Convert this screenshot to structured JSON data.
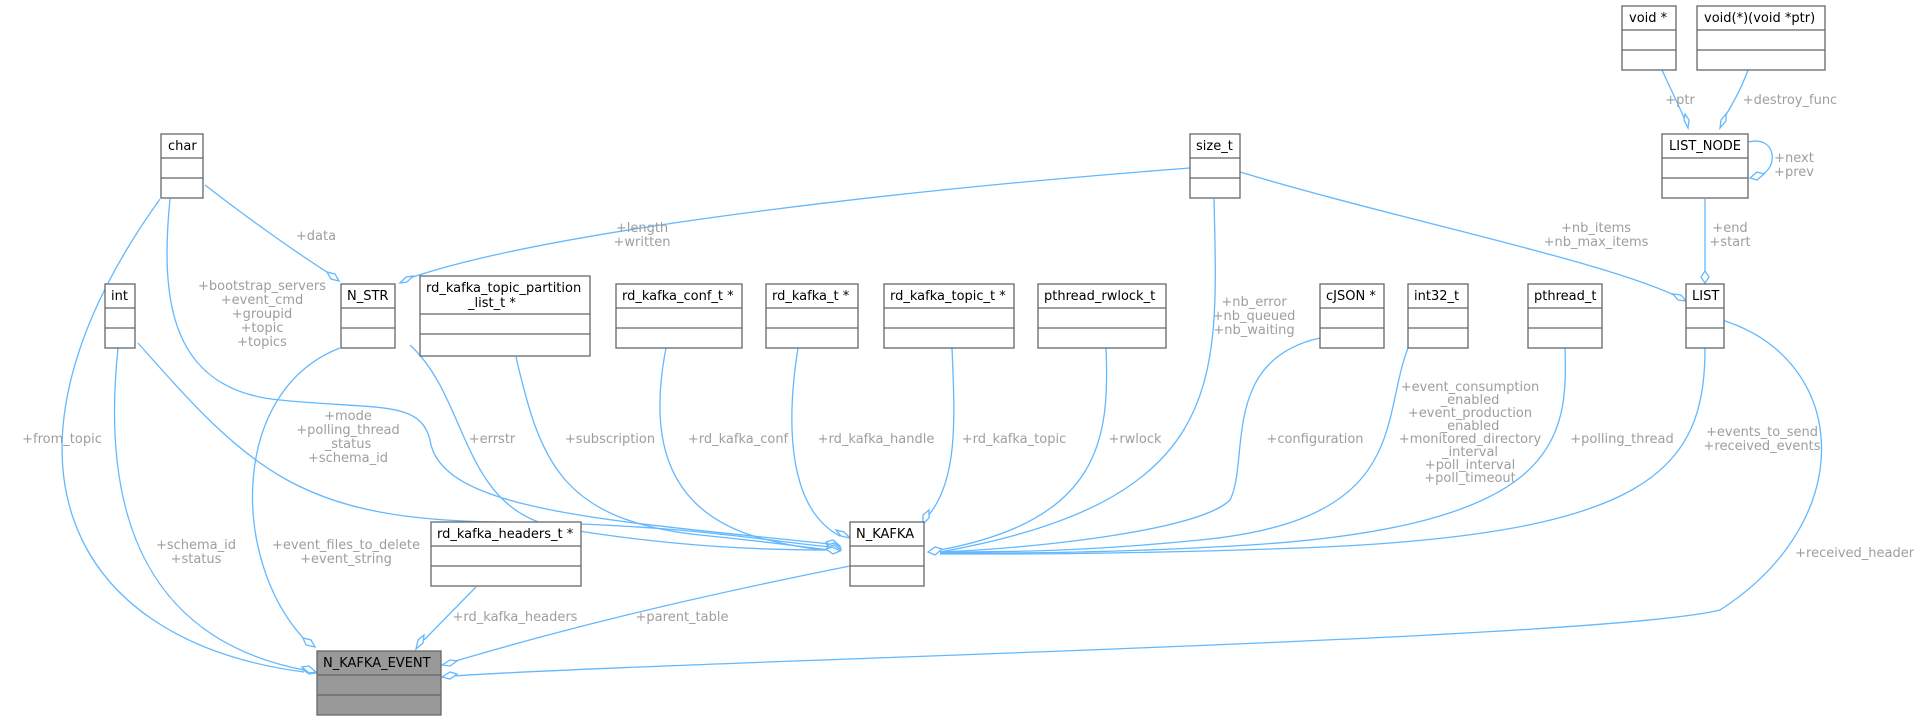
{
  "diagram": {
    "nodes": {
      "void_ptr": "void *",
      "destroy_fn": "void(*)(void *ptr)",
      "list_node": "LIST_NODE",
      "char": "char",
      "size_t": "size_t",
      "int": "int",
      "n_str": "N_STR",
      "tp_list": [
        "rd_kafka_topic_partition",
        "_list_t *"
      ],
      "conf": "rd_kafka_conf_t *",
      "rk": "rd_kafka_t *",
      "topic": "rd_kafka_topic_t *",
      "rwlock_t": "pthread_rwlock_t",
      "cjson": "cJSON *",
      "int32": "int32_t",
      "pthread": "pthread_t",
      "list": "LIST",
      "headers": "rd_kafka_headers_t *",
      "n_kafka": "N_KAFKA",
      "n_kafka_event": "N_KAFKA_EVENT"
    },
    "edge_labels": {
      "ptr": [
        "+ptr"
      ],
      "destroy_func": [
        "+destroy_func"
      ],
      "next_prev": [
        "+next",
        "+prev"
      ],
      "end_start": [
        "+end",
        "+start"
      ],
      "nb_items": [
        "+nb_items",
        "+nb_max_items"
      ],
      "length": [
        "+length",
        "+written"
      ],
      "data": [
        "+data"
      ],
      "bootstrap": [
        "+bootstrap_servers",
        "+event_cmd",
        "+groupid",
        "+topic",
        "+topics"
      ],
      "mode": [
        "+mode",
        "+polling_thread",
        "_status",
        "+schema_id"
      ],
      "errstr": [
        "+errstr"
      ],
      "subscription": [
        "+subscription"
      ],
      "rd_kafka_conf": [
        "+rd_kafka_conf"
      ],
      "rd_kafka_handle": [
        "+rd_kafka_handle"
      ],
      "rd_kafka_topic": [
        "+rd_kafka_topic"
      ],
      "rwlock": [
        "+rwlock"
      ],
      "nb_error": [
        "+nb_error",
        "+nb_queued",
        "+nb_waiting"
      ],
      "configuration": [
        "+configuration"
      ],
      "event_consumption": [
        "+event_consumption",
        "_enabled",
        "+event_production",
        "_enabled",
        "+monitored_directory",
        "_interval",
        "+poll_interval",
        "+poll_timeout"
      ],
      "polling_thread": [
        "+polling_thread"
      ],
      "events_to_send": [
        "+events_to_send",
        "+received_events"
      ],
      "from_topic": [
        "+from_topic"
      ],
      "schema_status": [
        "+schema_id",
        "+status"
      ],
      "event_files": [
        "+event_files_to_delete",
        "+event_string"
      ],
      "rd_kafka_headers": [
        "+rd_kafka_headers"
      ],
      "parent_table": [
        "+parent_table"
      ],
      "received_headers": [
        "+received_headers"
      ]
    }
  }
}
